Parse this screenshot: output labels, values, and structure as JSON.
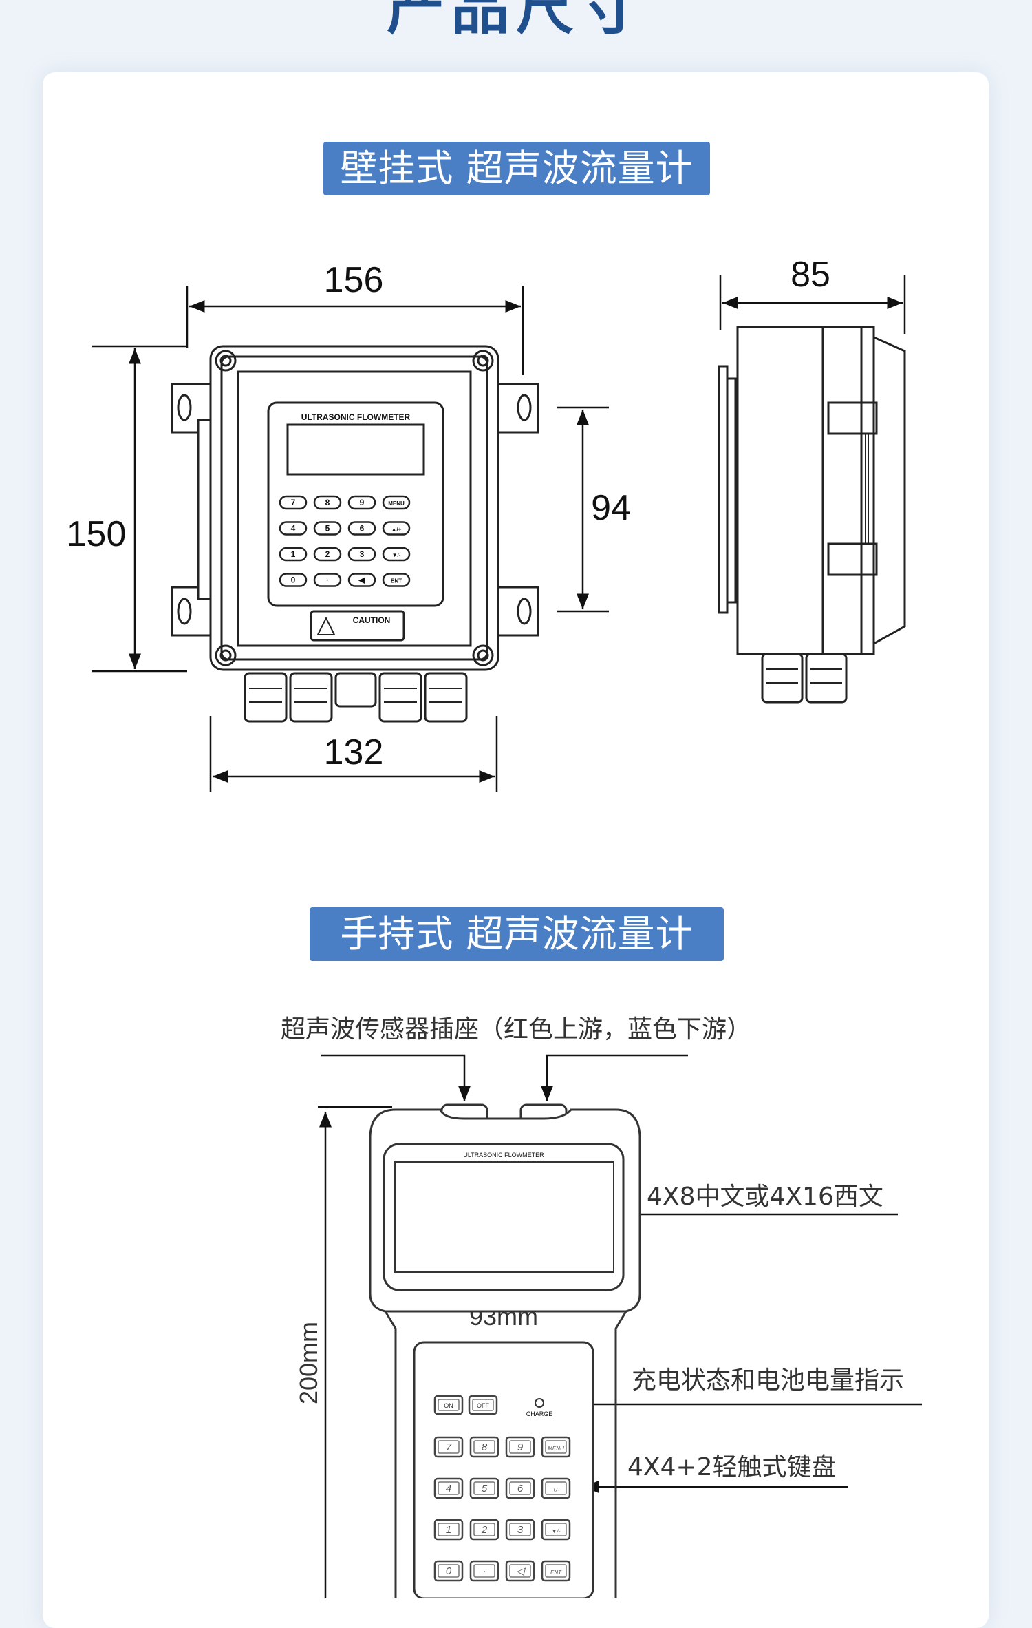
{
  "page": {
    "title": "产品尺寸"
  },
  "wall_mounted": {
    "banner": "壁挂式 超声波流量计",
    "width_top": "156",
    "height_left": "150",
    "height_keypad": "94",
    "width_bottom": "132",
    "depth": "85",
    "device_label": "ULTRASONIC FLOWMETER",
    "caution_label": "CAUTION",
    "keypad_keys": [
      "7",
      "8",
      "9",
      "MENU",
      "4",
      "5",
      "6",
      "▲/+",
      "1",
      "2",
      "3",
      "▼/-",
      "0",
      "·",
      "◀",
      "ENT"
    ]
  },
  "handheld": {
    "banner": "手持式 超声波流量计",
    "sensor_socket_note": "超声波传感器插座（红色上游，蓝色下游）",
    "display_note": "4X8中文或4X16西文",
    "width": "93mm",
    "height": "200mm",
    "charge_note": "充电状态和电池电量指示",
    "keypad_note": "4X4+2轻触式键盘",
    "device_label": "ULTRASONIC FLOWMETER",
    "power_keys": [
      "ON",
      "OFF"
    ],
    "charge_label": "CHARGE",
    "keypad_keys": [
      "7",
      "8",
      "9",
      "MENU",
      "4",
      "5",
      "6",
      "+/-",
      "1",
      "2",
      "3",
      "▼/-",
      "0",
      "·",
      "◁",
      "ENT"
    ]
  }
}
